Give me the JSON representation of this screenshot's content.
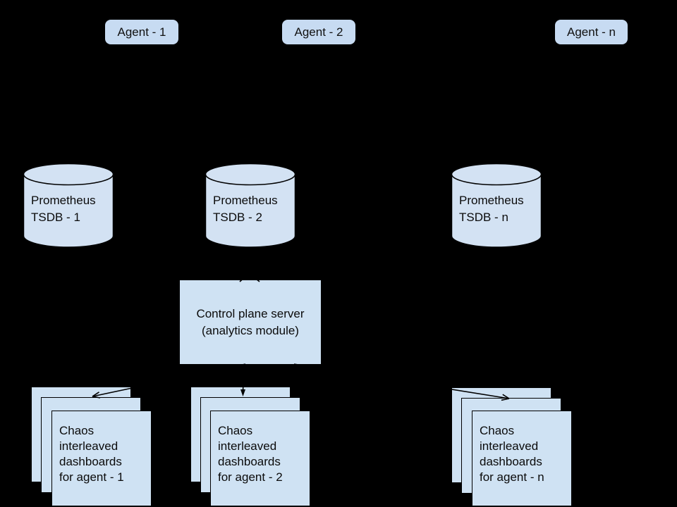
{
  "background": "#000000",
  "colors": {
    "agent_fill": "#c7dbf2",
    "node_fill": "#cfe2f3",
    "cylinder_fill": "#d3e2f3",
    "border": "#000000",
    "text": "#0b0b0b",
    "arrow": "#000000"
  },
  "agents": [
    {
      "label": "Agent - 1"
    },
    {
      "label": "Agent - 2"
    },
    {
      "label": "Agent - n"
    }
  ],
  "databases": [
    {
      "label": "Prometheus\nTSDB - 1"
    },
    {
      "label": "Prometheus\nTSDB - 2"
    },
    {
      "label": "Prometheus\nTSDB - n"
    }
  ],
  "control_plane": {
    "label": "Control plane server\n(analytics module)"
  },
  "dashboard_stacks": [
    {
      "label": "Chaos\ninterleaved\ndashboards\nfor agent - 1"
    },
    {
      "label": "Chaos\ninterleaved\ndashboards\nfor agent - 2"
    },
    {
      "label": "Chaos\ninterleaved\ndashboards\nfor agent - n"
    }
  ]
}
